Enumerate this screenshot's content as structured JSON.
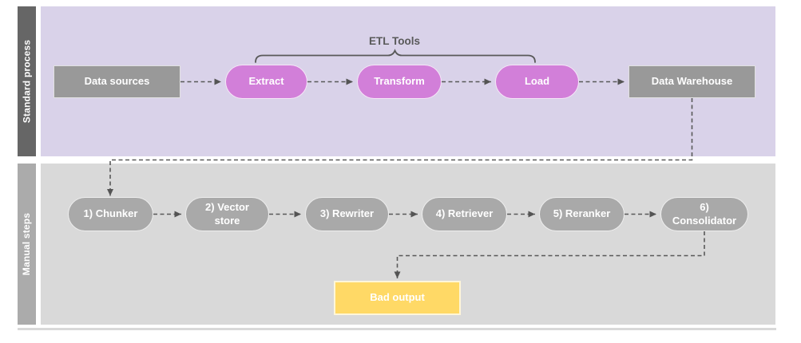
{
  "lanes": {
    "standard": {
      "label": "Standard process"
    },
    "manual": {
      "label": "Manual steps"
    }
  },
  "etl": {
    "group_label": "ETL Tools",
    "data_sources": "Data sources",
    "extract": "Extract",
    "transform": "Transform",
    "load": "Load",
    "data_warehouse": "Data Warehouse"
  },
  "manual_steps": {
    "chunker": "1) Chunker",
    "vector_store": "2) Vector store",
    "rewriter": "3) Rewriter",
    "retriever": "4) Retriever",
    "reranker": "5) Reranker",
    "consolidator": "6) Consolidator",
    "bad_output": "Bad output"
  },
  "colors": {
    "lane_top_bg": "#d9d2e9",
    "lane_top_sidebar": "#666666",
    "lane_bottom_bg": "#d9d9d9",
    "lane_bottom_sidebar": "#ababab",
    "process_box_gray": "#999999",
    "step_pill_gray": "#a9a9a9",
    "etl_pill_purple": "#d27fd9",
    "bad_output_yellow": "#ffd966",
    "connector_gray": "#595959",
    "node_text": "#ffffff",
    "group_label_text": "#595959"
  }
}
